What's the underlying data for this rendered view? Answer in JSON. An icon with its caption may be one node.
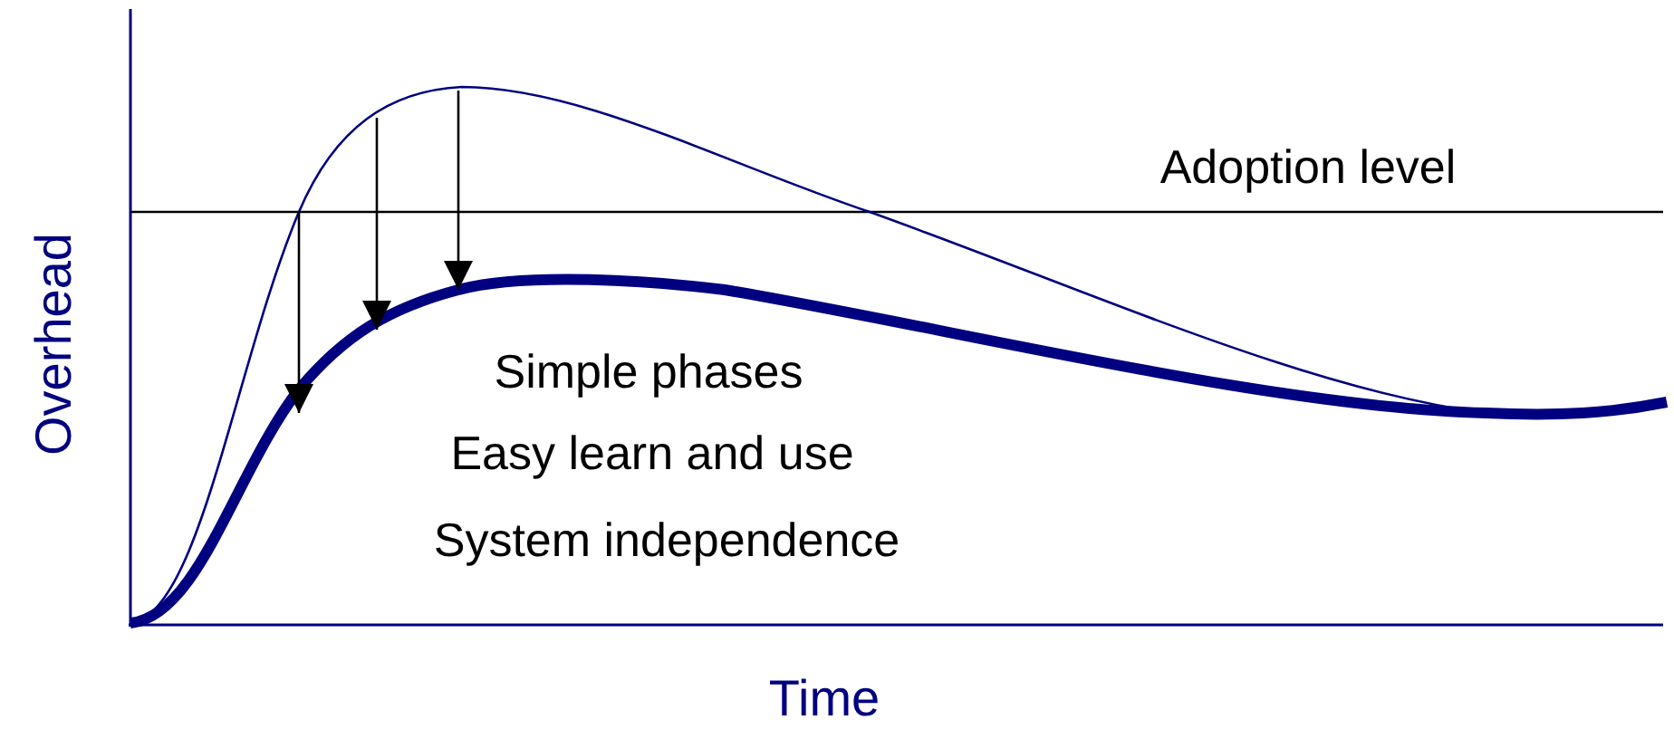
{
  "diagram": {
    "labels": [
      "Adoption level",
      "Simple phases",
      "Easy learn and use",
      "System independence",
      "Overhead",
      "Time"
    ]
  }
}
